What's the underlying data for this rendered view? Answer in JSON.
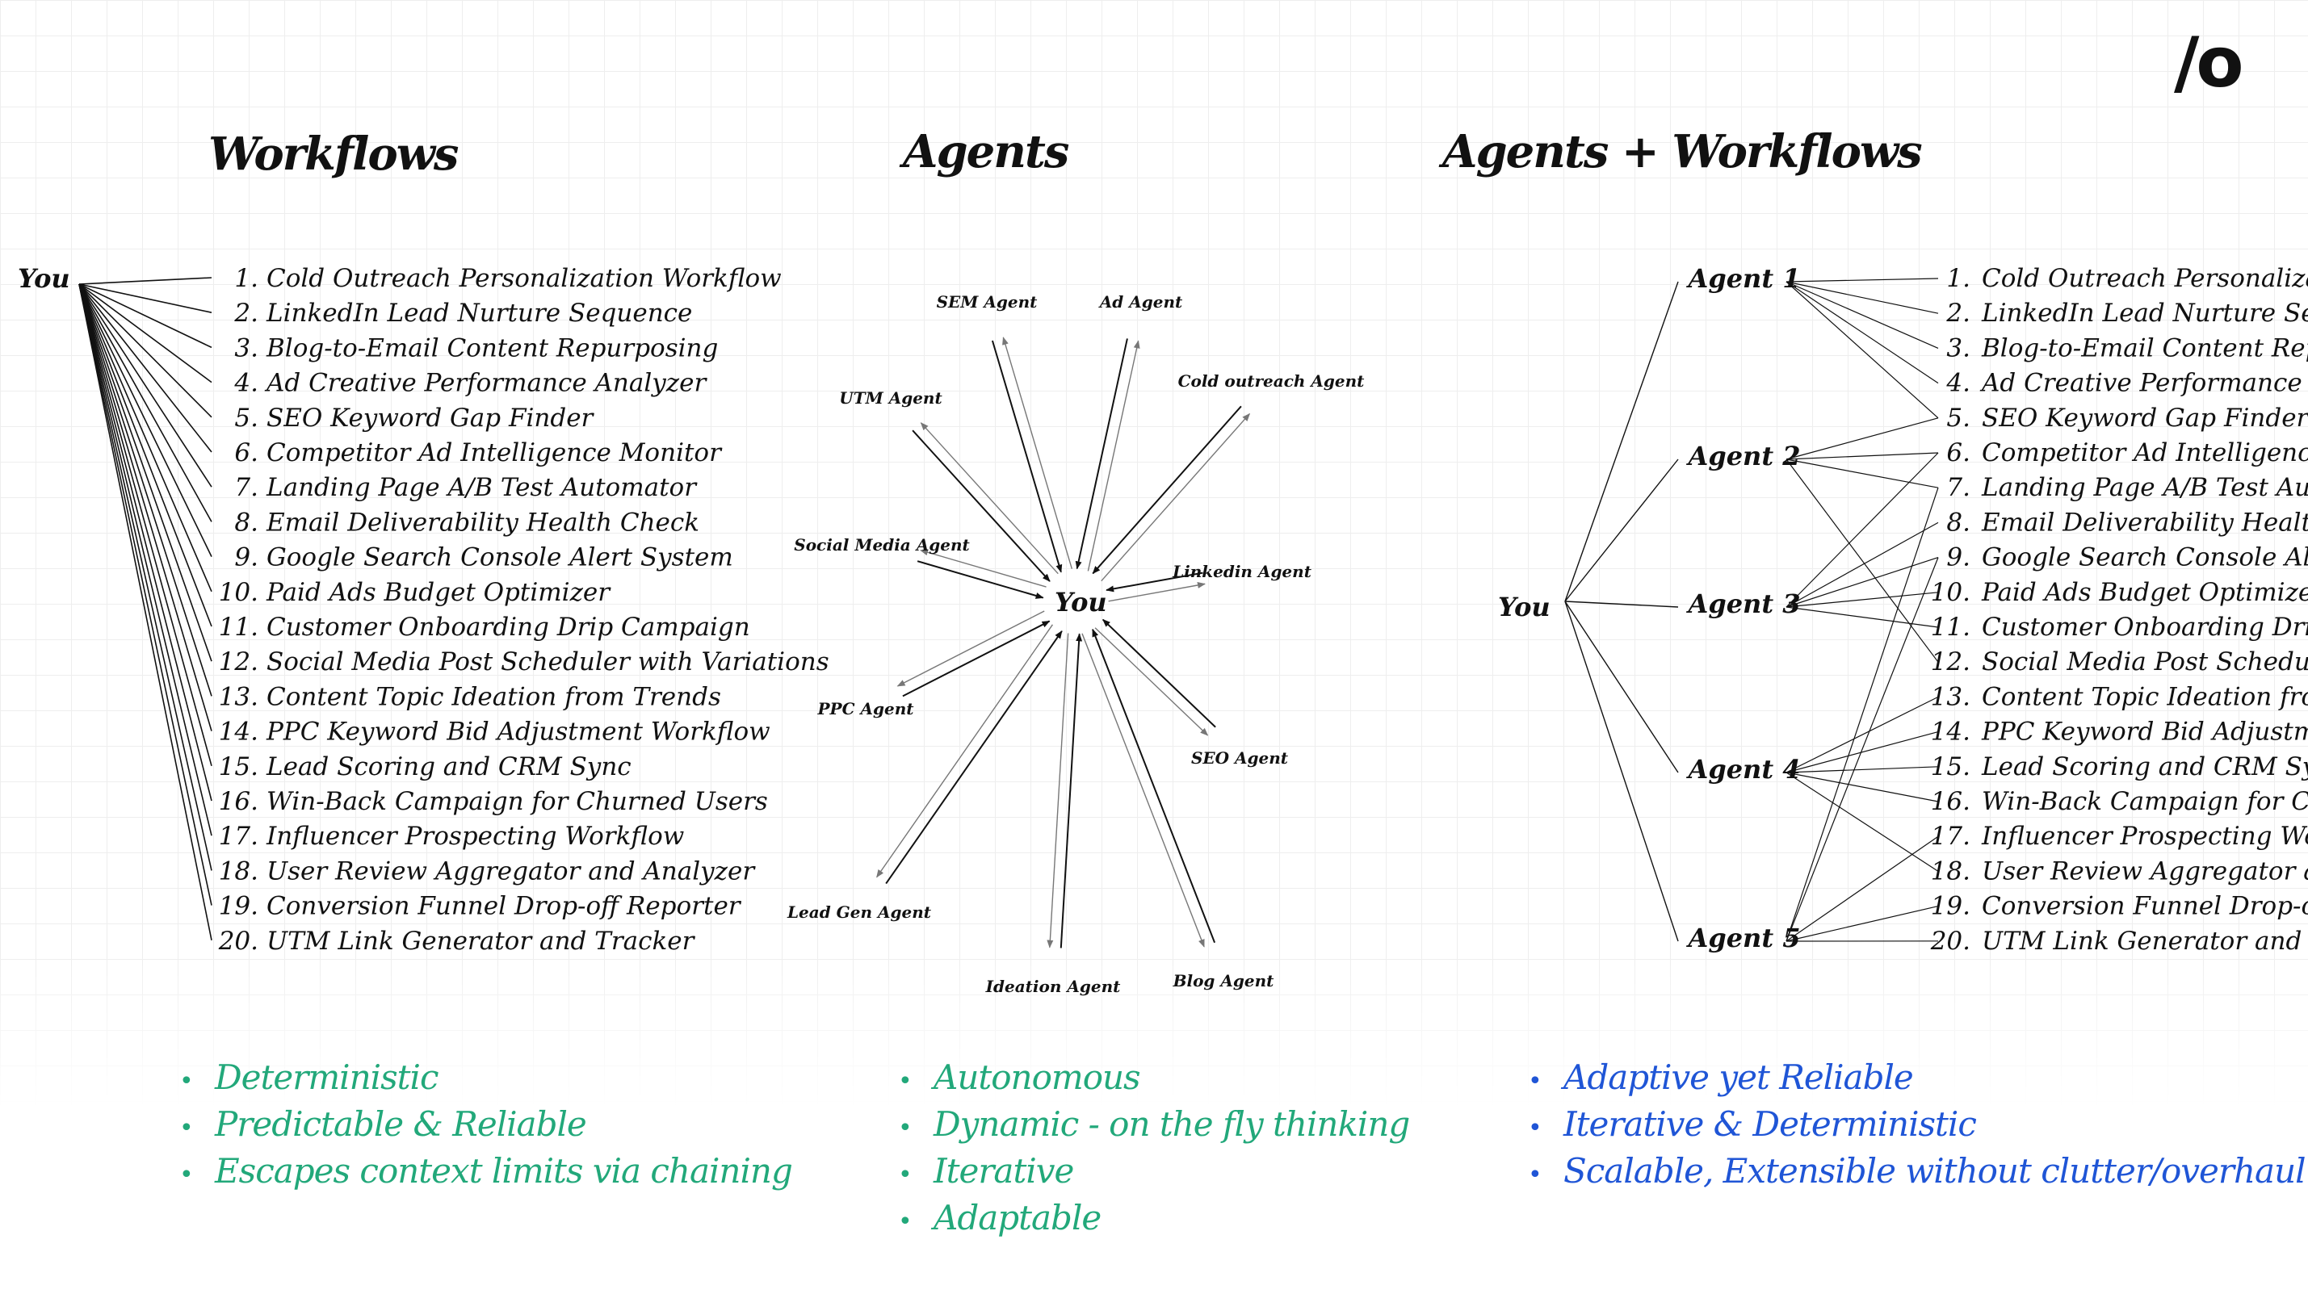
{
  "logo": "/o",
  "sections": {
    "workflows": {
      "title": "Workflows",
      "you": "You"
    },
    "agents": {
      "title": "Agents",
      "you": "You"
    },
    "combined": {
      "title": "Agents + Workflows",
      "you": "You"
    }
  },
  "workflow_list": [
    "Cold Outreach Personalization Workflow",
    "LinkedIn Lead Nurture Sequence",
    "Blog-to-Email Content Repurposing",
    "Ad Creative Performance Analyzer",
    "SEO Keyword Gap Finder",
    "Competitor Ad Intelligence Monitor",
    "Landing Page A/B Test Automator",
    "Email Deliverability Health Check",
    "Google Search Console Alert System",
    "Paid Ads Budget Optimizer",
    "Customer Onboarding Drip Campaign",
    "Social Media Post Scheduler with Variations",
    "Content Topic Ideation from Trends",
    "PPC Keyword Bid Adjustment Workflow",
    "Lead Scoring and CRM Sync",
    "Win-Back Campaign for Churned Users",
    "Influencer Prospecting Workflow",
    "User Review Aggregator and Analyzer",
    "Conversion Funnel Drop-off Reporter",
    "UTM Link Generator and Tracker"
  ],
  "agents_star": [
    "SEM Agent",
    "Ad Agent",
    "Cold outreach Agent",
    "Linkedin Agent",
    "SEO Agent",
    "Blog Agent",
    "Ideation Agent",
    "Lead Gen Agent",
    "PPC Agent",
    "Social Media Agent",
    "UTM Agent"
  ],
  "combined_agents": [
    "Agent 1",
    "Agent 2",
    "Agent 3",
    "Agent 4",
    "Agent 5"
  ],
  "combined_links": [
    [
      1,
      2,
      3,
      4,
      5
    ],
    [
      5,
      6,
      7,
      12
    ],
    [
      6,
      8,
      9,
      10,
      11
    ],
    [
      13,
      14,
      15,
      16,
      18
    ],
    [
      17,
      19,
      20,
      9,
      7
    ]
  ],
  "bullets": {
    "workflows": [
      "Deterministic",
      "Predictable & Reliable",
      "Escapes context limits via chaining"
    ],
    "agents": [
      "Autonomous",
      "Dynamic - on the fly thinking",
      "Iterative",
      "Adaptable"
    ],
    "combined": [
      "Adaptive yet Reliable",
      "Iterative & Deterministic",
      "Scalable, Extensible without clutter/overhaul"
    ]
  },
  "colors": {
    "green": "#22a87a",
    "blue": "#1f55d6",
    "line": "#111111",
    "gray": "#777777"
  }
}
